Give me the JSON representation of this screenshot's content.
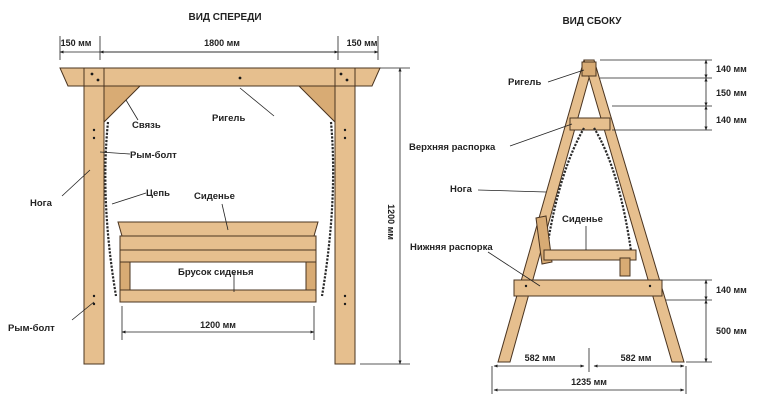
{
  "front_view": {
    "title": "ВИД СПЕРЕДИ",
    "dim_left": "150 мм",
    "dim_center": "1800 мм",
    "dim_right": "150 мм",
    "dim_height": "1200 мм",
    "dim_seat": "1200 мм",
    "labels": {
      "brace": "Связь",
      "beam": "Ригель",
      "eyebolt_top": "Рым-болт",
      "leg": "Нога",
      "chain": "Цепь",
      "seat": "Сиденье",
      "seat_bar": "Брусок сиденья",
      "eyebolt_bottom": "Рым-болт"
    }
  },
  "side_view": {
    "title": "ВИД СБОКУ",
    "labels": {
      "beam": "Ригель",
      "upper_strut": "Верхняя распорка",
      "leg": "Нога",
      "seat": "Сиденье",
      "lower_strut": "Нижняя распорка"
    },
    "dims": {
      "top": "140 мм",
      "mid": "150 мм",
      "upper": "140 мм",
      "lower": "140 мм",
      "bottom": "500 мм",
      "half_left": "582 мм",
      "half_right": "582 мм",
      "base": "1235 мм"
    }
  },
  "colors": {
    "wood": "#e6bf8e",
    "outline": "#4a3420"
  }
}
